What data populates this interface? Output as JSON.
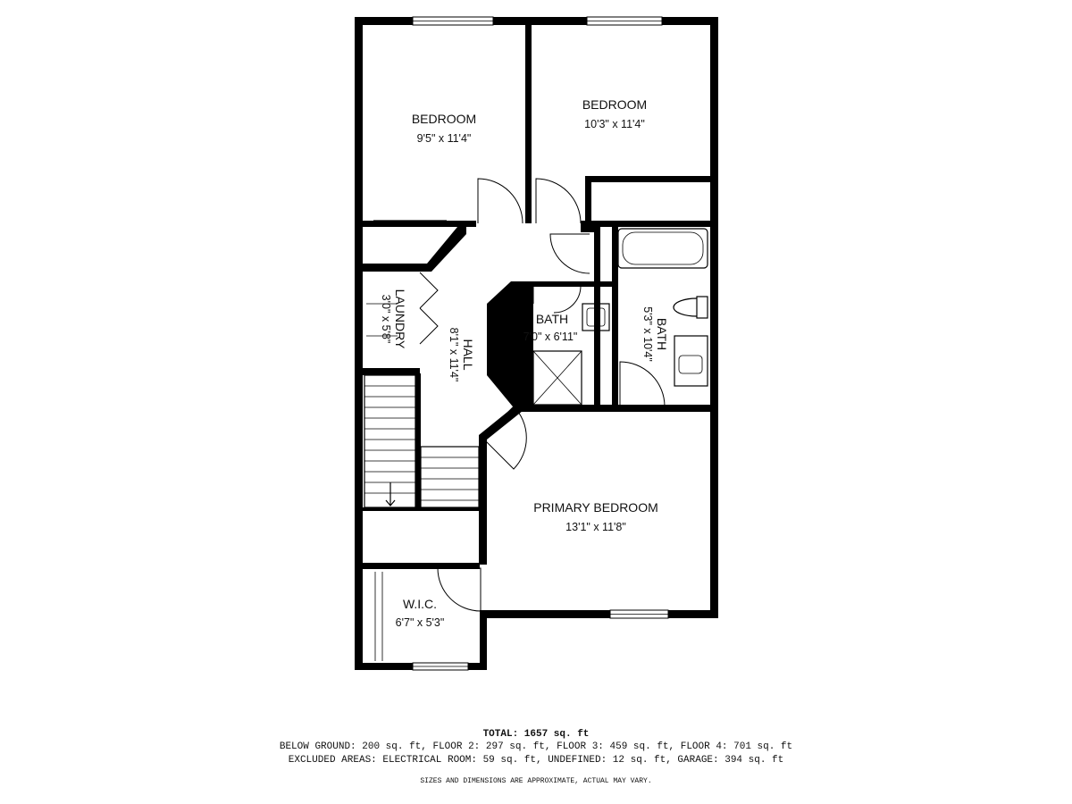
{
  "rooms": {
    "bedroom_1": {
      "name": "BEDROOM",
      "size": "9'5\" x 11'4\""
    },
    "bedroom_2": {
      "name": "BEDROOM",
      "size": "10'3\" x 11'4\""
    },
    "laundry": {
      "name": "LAUNDRY",
      "size": "3'0\" x 5'8\""
    },
    "hall": {
      "name": "HALL",
      "size": "8'1\" x 11'4\""
    },
    "bath_1": {
      "name": "BATH",
      "size": "7'0\" x 6'11\""
    },
    "bath_2": {
      "name": "BATH",
      "size": "5'3\" x 10'4\""
    },
    "primary_bedroom": {
      "name": "PRIMARY BEDROOM",
      "size": "13'1\" x 11'8\""
    },
    "wic": {
      "name": "W.I.C.",
      "size": "6'7\" x 5'3\""
    }
  },
  "footer": {
    "total": "TOTAL: 1657 sq. ft",
    "line1": "BELOW GROUND: 200 sq. ft, FLOOR 2: 297 sq. ft, FLOOR 3: 459 sq. ft, FLOOR 4: 701 sq. ft",
    "line2": "EXCLUDED AREAS: ELECTRICAL ROOM: 59 sq. ft, UNDEFINED: 12 sq. ft, GARAGE: 394 sq. ft",
    "note": "SIZES AND DIMENSIONS ARE APPROXIMATE, ACTUAL MAY VARY."
  }
}
